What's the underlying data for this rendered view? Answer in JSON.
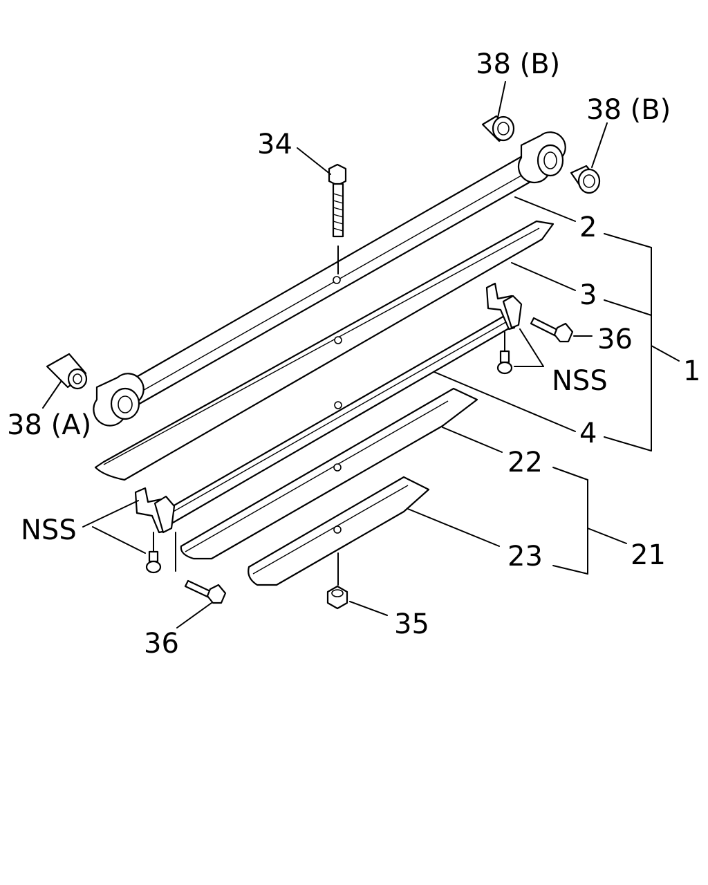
{
  "labels": {
    "l_38b_top": "38 (B)",
    "l_38b_right": "38 (B)",
    "l_34": "34",
    "l_2": "2",
    "l_3": "3",
    "l_36_right": "36",
    "l_1": "1",
    "l_nss_right": "NSS",
    "l_38a": "38 (A)",
    "l_4": "4",
    "l_22": "22",
    "l_nss_left": "NSS",
    "l_23": "23",
    "l_21": "21",
    "l_36_left": "36",
    "l_35": "35"
  }
}
